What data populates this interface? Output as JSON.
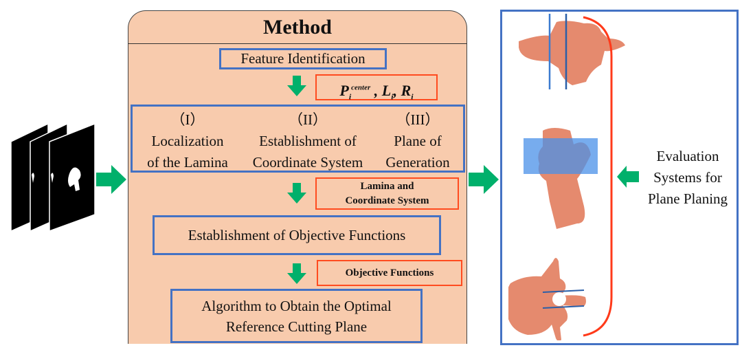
{
  "method": {
    "title": "Method",
    "feature_identification": "Feature Identification",
    "features_output": {
      "P": "P",
      "P_sub": "i",
      "P_sup": "center",
      "L": "L",
      "L_sub": "i",
      "R": "R",
      "R_sub": "i"
    },
    "steps": [
      {
        "num": "（I）",
        "line1": "Localization",
        "line2": "of the Lamina"
      },
      {
        "num": "（II）",
        "line1": "Establishment of",
        "line2": "Coordinate System"
      },
      {
        "num": "（III）",
        "line1": "Plane of",
        "line2": "Generation"
      }
    ],
    "lamina_output": {
      "line1": "Lamina and",
      "line2": "Coordinate System"
    },
    "objective_step": "Establishment of Objective Functions",
    "objective_output": "Objective Functions",
    "algorithm_step": {
      "line1": "Algorithm to Obtain the Optimal",
      "line2": "Reference Cutting Plane"
    }
  },
  "evaluation": {
    "line1": "Evaluation",
    "line2": "Systems for",
    "line3": "Plane Planing"
  },
  "colors": {
    "panel": "#f8cbad",
    "blue_box": "#4472c4",
    "red_box": "#ff4b1f",
    "arrow": "#00b06b",
    "bone": "#e58a6e",
    "plane": "#4a90e8"
  }
}
